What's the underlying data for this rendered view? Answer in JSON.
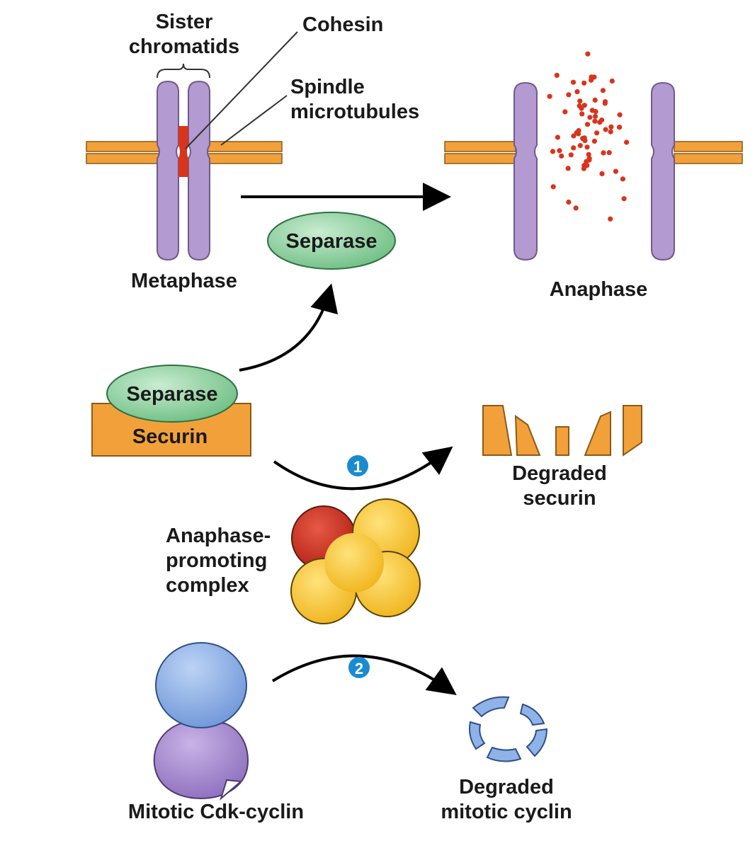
{
  "labels": {
    "sister_chromatids": "Sister\nchromatids",
    "cohesin": "Cohesin",
    "spindle_microtubules": "Spindle\nmicrotubules",
    "metaphase": "Metaphase",
    "anaphase": "Anaphase",
    "separase_free": "Separase",
    "separase_bound": "Separase",
    "securin": "Securin",
    "degraded_securin": "Degraded\nsecurin",
    "apc": "Anaphase-\npromoting\ncomplex",
    "mitotic_cdk_cyclin": "Mitotic Cdk-cyclin",
    "degraded_mitotic_cyclin": "Degraded\nmitotic cyclin",
    "step_1": "1",
    "step_2": "2"
  },
  "colors": {
    "chromosome": "#b39ad0",
    "chromosome_edge": "#6e5a8c",
    "cohesin": "#d9341c",
    "microtubule": "#f2a13a",
    "separase": "#8fcf9f",
    "securin": "#f2a13a",
    "apc_red": "#cc2a1f",
    "apc_yellow": "#f7c42a",
    "cdk_blue": "#8fb3e8",
    "cyclin_purple": "#a98ccf",
    "step_badge": "#1a8bd0"
  }
}
